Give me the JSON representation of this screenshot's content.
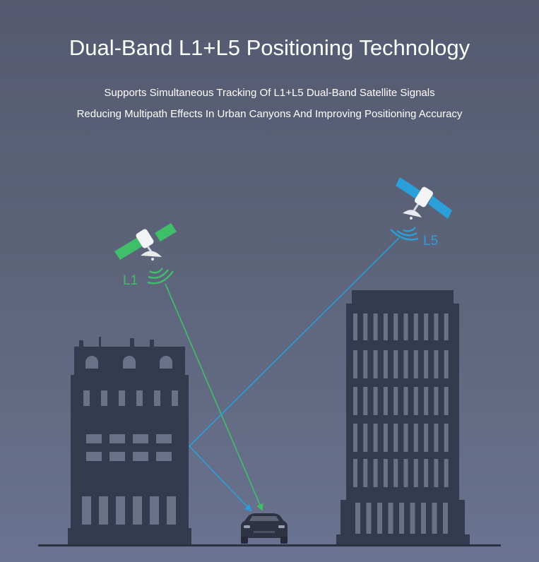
{
  "header": {
    "title": "Dual-Band L1+L5 Positioning Technology",
    "subtitle_line1": "Supports Simultaneous Tracking Of L1+L5 Dual-Band Satellite Signals",
    "subtitle_line2": "Reducing Multipath Effects In Urban Canyons And Improving Positioning Accuracy"
  },
  "satellites": {
    "l1": {
      "label": "L1",
      "color": "#3fbf6a"
    },
    "l5": {
      "label": "L5",
      "color": "#2b9fd9"
    }
  },
  "colors": {
    "building": "#353b4e",
    "window": "#6a7188",
    "ground": "#2c3142",
    "car": "#2e3344"
  }
}
